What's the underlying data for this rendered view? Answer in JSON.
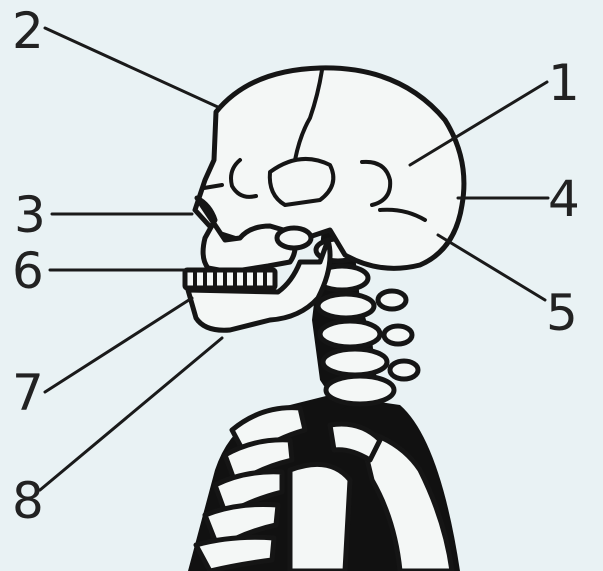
{
  "diagram": {
    "labels": [
      {
        "id": "1",
        "text": "1"
      },
      {
        "id": "2",
        "text": "2"
      },
      {
        "id": "3",
        "text": "3"
      },
      {
        "id": "4",
        "text": "4"
      },
      {
        "id": "5",
        "text": "5"
      },
      {
        "id": "6",
        "text": "6"
      },
      {
        "id": "7",
        "text": "7"
      },
      {
        "id": "8",
        "text": "8"
      }
    ]
  },
  "colors": {
    "background": "#e9f2f4",
    "ink": "#151515",
    "bone": "#f4f7f6"
  }
}
